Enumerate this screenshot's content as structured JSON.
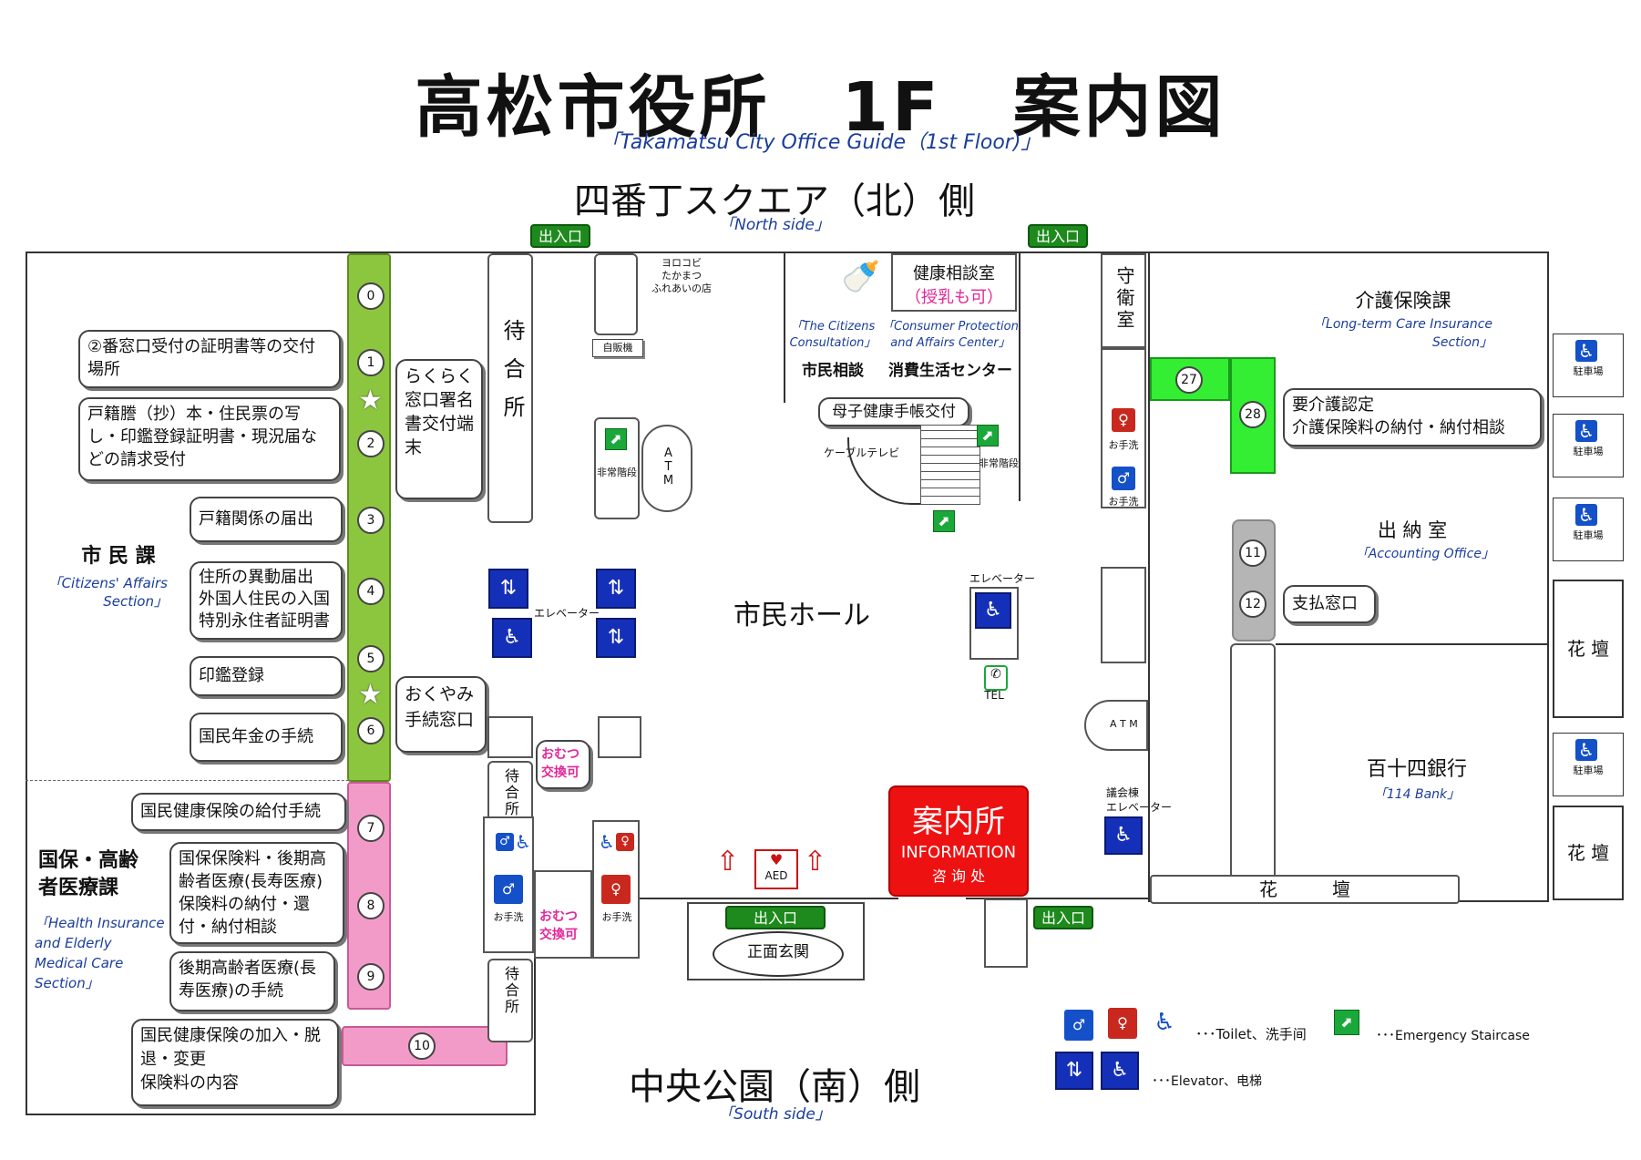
{
  "title": "高松市役所　1F　案内図",
  "subtitle": "「Takamatsu City Office Guide（1st Floor)」",
  "north": {
    "label": "四番丁スクエア（北）側",
    "en": "「North side」"
  },
  "south": {
    "label": "中央公園（南）側",
    "en": "「South side」"
  },
  "entrance_label": "出入口",
  "main_entrance": "正面玄関",
  "citizens_hall": "市民ホール",
  "waiting_room": "待合所",
  "elevator_label": "エレベーター",
  "council_elevator": "議会棟\nエレベーター",
  "tel": "TEL",
  "aed": "AED",
  "atm": "ATM",
  "atm_small": "A T M",
  "emergency_stairs": "非常階段",
  "cable_tv": "ケーブルテレビ",
  "vending": "自販機",
  "handwash": "お手洗",
  "diaper": "おむつ\n交換可",
  "yorokobi": "ヨロコビ\nたかまつ\nふれあいの店",
  "guard_room": "守衛室",
  "health_room": {
    "name": "健康相談室",
    "note": "（授乳も可）"
  },
  "citizens_consultation": {
    "en": "「The Citizens\nConsultation」",
    "ja": "市民相談"
  },
  "consumer_center": {
    "en": "「Consumer Protection\nand Affairs Center」",
    "ja": "消費生活センター"
  },
  "maternity": "母子健康手帳交付",
  "information": {
    "ja": "案内所",
    "en": "INFORMATION",
    "zh": "咨 询 处"
  },
  "sections": {
    "citizens": {
      "ja": "市 民 課",
      "en": "「Citizens' Affairs\nSection」"
    },
    "insurance": {
      "ja": "国保・高齢\n者医療課",
      "en": "「Health Insurance\nand Elderly\nMedical Care\nSection」"
    },
    "care": {
      "ja": "介護保険課",
      "en": "「Long-term Care Insurance\nSection」"
    },
    "accounting": {
      "ja": "出 納 室",
      "en": "「Accounting Office」"
    },
    "bank": {
      "ja": "百十四銀行",
      "en": "「114  Bank」"
    }
  },
  "counters": [
    {
      "no": "0"
    },
    {
      "no": "1",
      "text": "②番窓口受付の証明書等の交付場所"
    },
    {
      "no": "2",
      "text": "戸籍謄（抄）本・住民票の写し・印鑑登録証明書・現況届などの請求受付"
    },
    {
      "no": "3",
      "text": "戸籍関係の届出"
    },
    {
      "no": "4",
      "text": "住所の異動届出\n外国人住民の入国\n特別永住者証明書"
    },
    {
      "no": "5",
      "text": "印鑑登録"
    },
    {
      "no": "6",
      "text": "国民年金の手続"
    },
    {
      "no": "7",
      "text": "国民健康保険の給付手続"
    },
    {
      "no": "8",
      "text": "国保保険料・後期高齢者医療(長寿医療)保険料の納付・還付・納付相談"
    },
    {
      "no": "9",
      "text": "後期高齢者医療(長寿医療)の手続"
    },
    {
      "no": "10",
      "text": "国民健康保険の加入・脱退・変更\n保険料の内容"
    },
    {
      "no": "11"
    },
    {
      "no": "12",
      "text": "支払窓口"
    },
    {
      "no": "27"
    },
    {
      "no": "28",
      "text": "要介護認定\n介護保険料の納付・納付相談"
    }
  ],
  "star_windows": [
    "らくらく窓口署名書交付端末",
    "おくやみ手続窓口"
  ],
  "flower_bed": "花 壇",
  "flower_bed_wide": "花　　　壇",
  "parking": "駐車場",
  "legend": {
    "toilet": "･･･Toilet、洗手间",
    "stairs": "･･･Emergency Staircase",
    "elevator": "･･･Elevator、电梯"
  },
  "colors": {
    "green": "#8cc63f",
    "pink": "#f39bc8",
    "gray": "#b5b5b5",
    "bright_green": "#33ee33",
    "info_red": "#ee1111"
  }
}
